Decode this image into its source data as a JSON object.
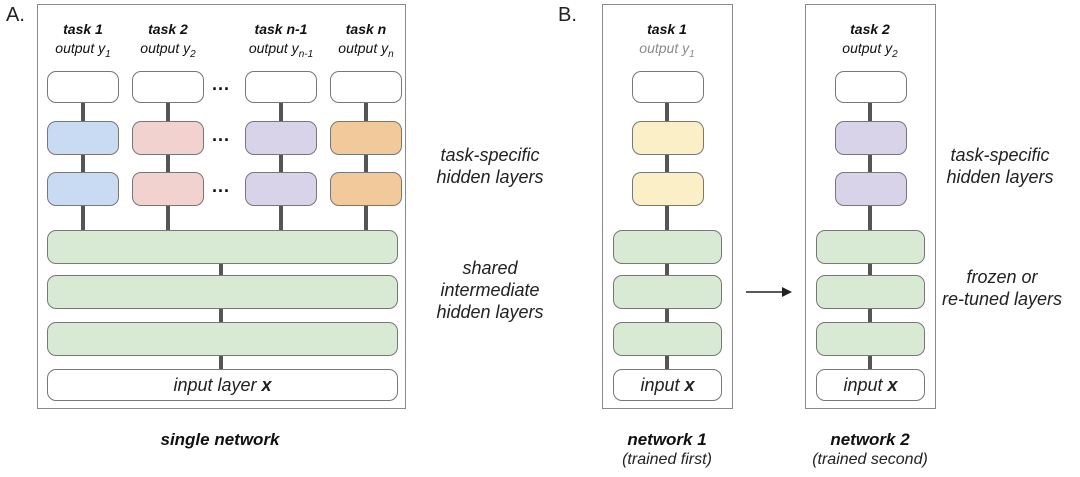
{
  "panel_a": {
    "letter": "A.",
    "tasks": [
      {
        "name": "task 1",
        "output": "output y",
        "sub": "1"
      },
      {
        "name": "task 2",
        "output": "output y",
        "sub": "2"
      },
      {
        "name": "task n-1",
        "output": "output y",
        "sub": "n-1"
      },
      {
        "name": "task n",
        "output": "output y",
        "sub": "n"
      }
    ],
    "ellipsis": "...",
    "input_label": "input layer",
    "input_var": "x",
    "caption": "single network"
  },
  "panel_b": {
    "letter": "B.",
    "network1": {
      "task": "task 1",
      "output": "output y",
      "sub": "1",
      "input_label": "input",
      "input_var": "x",
      "caption": "network 1",
      "subcaption": "(trained first)"
    },
    "network2": {
      "task": "task 2",
      "output": "output y",
      "sub": "2",
      "input_label": "input",
      "input_var": "x",
      "caption": "network 2",
      "subcaption": "(trained second)"
    }
  },
  "labels": {
    "task_specific_a": [
      "task-specific",
      "hidden layers"
    ],
    "shared": [
      "shared",
      "intermediate",
      "hidden layers"
    ],
    "task_specific_b": [
      "task-specific",
      "hidden layers"
    ],
    "frozen": [
      "frozen or",
      "re-tuned layers"
    ]
  },
  "colors": {
    "task1": "#c9dbf3",
    "task2": "#f2d2cf",
    "task_n_minus_1": "#d9d3ea",
    "task_n": "#f2c99a",
    "network1_task": "#fbefc8",
    "shared": "#d9ead4"
  }
}
